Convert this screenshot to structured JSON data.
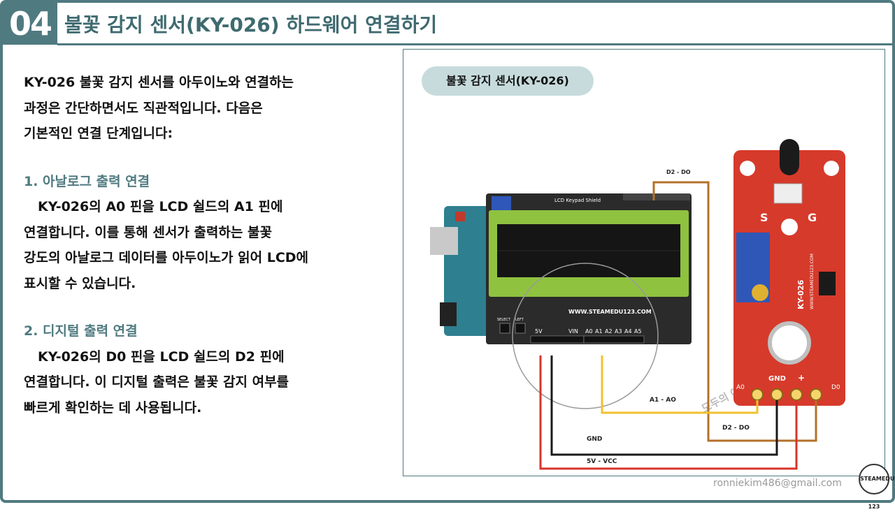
{
  "header": {
    "number": "04",
    "title": "불꽃 감지 센서(KY-026) 하드웨어 연결하기"
  },
  "intro": [
    "KY-026 불꽃 감지 센서를 아두이노와 연결하는",
    "과정은 간단하면서도 직관적입니다. 다음은",
    "기본적인 연결 단계입니다:"
  ],
  "section1": {
    "heading": "1. 아날로그 출력 연결",
    "lines": [
      "KY-026의 A0 핀을 LCD 쉴드의 A1 핀에",
      "연결합니다. 이를 통해 센서가 출력하는 불꽃",
      "강도의 아날로그 데이터를 아두이노가 읽어 LCD에",
      "표시할 수 있습니다."
    ]
  },
  "section2": {
    "heading": "2. 디지털 출력 연결",
    "lines": [
      "KY-026의 D0 핀을 LCD 쉴드의 D2 핀에",
      "연결합니다. 이 디지털 출력은 불꽃 감지 여부를",
      "빠르게 확인하는 데 사용됩니다."
    ]
  },
  "diagram": {
    "sensor_label": "불꽃 감지 센서(KY-026)",
    "lcd_shield_label": "LCD Keypad Shield",
    "website": "WWW.STEAMEDU123.COM",
    "shield_pins": [
      "A0",
      "A1",
      "A2",
      "A3",
      "A4",
      "A5"
    ],
    "power_pins": [
      "5V",
      "VIN"
    ],
    "button_labels": [
      "SELECT",
      "LEFT"
    ],
    "sensor_text": "KY-026",
    "sensor_site": "WWW.STEAMEDU123.COM",
    "sensor_pins": [
      "A0",
      "GND",
      "+",
      "D0"
    ],
    "sensor_top_labels": [
      "S",
      "G"
    ],
    "wire_labels": {
      "d2_top": "D2 - DO",
      "a1": "A1 - AO",
      "d2_bottom": "D2 - DO",
      "gnd": "GND",
      "vcc": "5V - VCC"
    },
    "watermark": "모두의 아두이노 환경 센서",
    "colors": {
      "wire_red": "#d9332b",
      "wire_black": "#1a1a1a",
      "wire_yellow": "#f2c12e",
      "wire_brown": "#b5702a",
      "board_red": "#d63a2b",
      "lcd_green": "#8fc23f",
      "shield_dark": "#2b2b2b"
    }
  },
  "footer": {
    "email": "ronniekim486@gmail.com",
    "logo_text": "STEAMEDU 123"
  }
}
